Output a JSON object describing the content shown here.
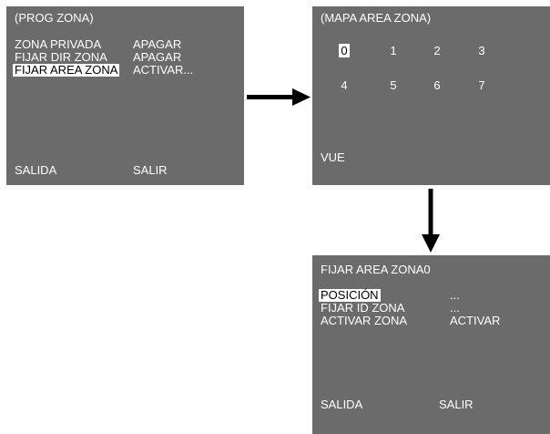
{
  "prog_zona": {
    "title": "(PROG ZONA)",
    "rows": [
      {
        "label": "ZONA PRIVADA",
        "value": "APAGAR"
      },
      {
        "label": "FIJAR DIR ZONA",
        "value": "APAGAR"
      },
      {
        "label": "FIJAR AREA ZONA",
        "value": "ACTIVAR..."
      }
    ],
    "footer_left": "SALIDA",
    "footer_right": "SALIR"
  },
  "mapa_area": {
    "title": "(MAPA AREA ZONA)",
    "zones": [
      "0",
      "1",
      "2",
      "3",
      "4",
      "5",
      "6",
      "7"
    ],
    "selected_zone": "0",
    "footer": "VUE"
  },
  "fijar_area": {
    "title": "FIJAR AREA ZONA0",
    "rows": [
      {
        "label": "POSICIÓN",
        "value": "..."
      },
      {
        "label": "FIJAR ID ZONA",
        "value": "..."
      },
      {
        "label": "ACTIVAR ZONA",
        "value": "ACTIVAR"
      }
    ],
    "footer_left": "SALIDA",
    "footer_right": "SALIR"
  },
  "colors": {
    "panel_bg": "#6b6b6b",
    "text": "#ffffff",
    "highlight_bg": "#ffffff",
    "highlight_text": "#000000",
    "arrow": "#000000"
  },
  "icons": {
    "right_arrow": "arrow-right-icon",
    "down_arrow": "arrow-down-icon"
  }
}
